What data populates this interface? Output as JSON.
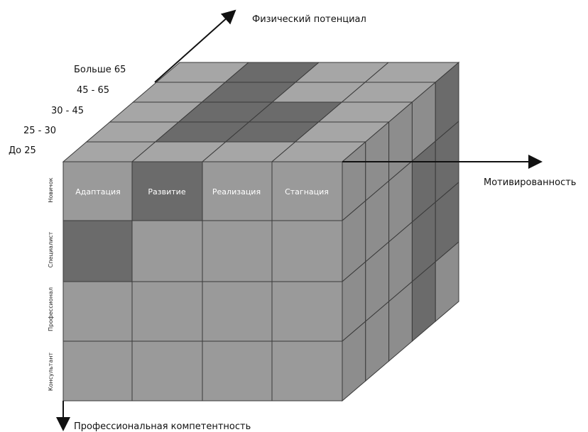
{
  "axes": {
    "top": "Физический потенциал",
    "right": "Мотивированность",
    "bottom": "Профессиональная компетентность"
  },
  "age_groups": [
    "Больше 65",
    "45 - 65",
    "30 - 45",
    "25 - 30",
    "До 25"
  ],
  "competence_levels": [
    "Новичок",
    "Специалист",
    "Профессионал",
    "Консультант"
  ],
  "motivation_stages": [
    "Адаптация",
    "Развитие",
    "Реализация",
    "Стагнация"
  ],
  "colors": {
    "front_cell": "#9a9a9a",
    "top_cell": "#a6a6a6",
    "side_cell": "#8d8d8d",
    "highlight": "#6b6b6b",
    "grid_line": "#3a3a3a",
    "background": "#ffffff"
  },
  "highlights": {
    "front": [
      [
        0,
        1
      ],
      [
        1,
        0
      ]
    ],
    "top": [
      [
        1,
        1
      ],
      [
        1,
        2
      ],
      [
        2,
        1
      ],
      [
        2,
        2
      ],
      [
        3,
        1
      ],
      [
        4,
        1
      ]
    ],
    "side": [
      [
        0,
        4
      ],
      [
        1,
        3
      ],
      [
        1,
        4
      ],
      [
        2,
        3
      ],
      [
        2,
        4
      ],
      [
        3,
        3
      ],
      [
        4,
        2
      ],
      [
        4,
        3
      ]
    ]
  }
}
